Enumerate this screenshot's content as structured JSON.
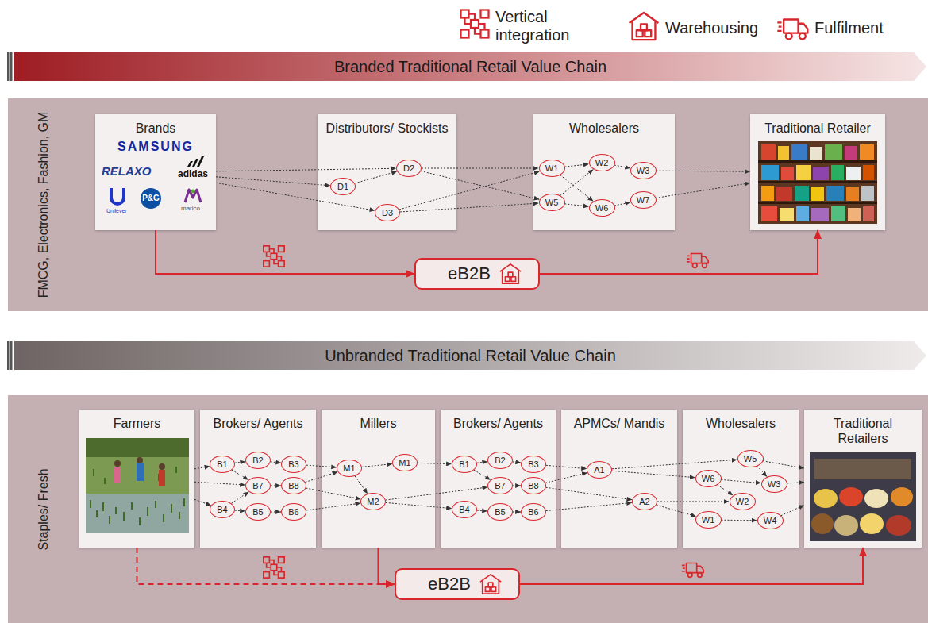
{
  "diagram": {
    "nodes": [
      {
        "text": [
          "Branded Traditional Retail Value Chain"
        ]
      },
      {
        "text": [
          "FMCG, Electronics, Fashion, GM"
        ]
      },
      {
        "text": [
          "Brands"
        ],
        "in": 1
      },
      {
        "text": [
          "Distributors/ Stockists"
        ],
        "in": 1
      },
      {
        "text": [
          "D1"
        ],
        "in": 3
      },
      {
        "text": [
          "D2"
        ],
        "in": 3
      },
      {
        "text": [
          "D3"
        ],
        "in": 3
      },
      {
        "text": [
          "Wholesalers"
        ],
        "in": 1
      },
      {
        "text": [
          "W1"
        ],
        "in": 7
      },
      {
        "text": [
          "W2"
        ],
        "in": 7
      },
      {
        "text": [
          "W3"
        ],
        "in": 7
      },
      {
        "text": [
          "W5"
        ],
        "in": 7
      },
      {
        "text": [
          "W6"
        ],
        "in": 7
      },
      {
        "text": [
          "W7"
        ],
        "in": 7
      },
      {
        "text": [
          "Traditional Retailer"
        ],
        "in": 1
      },
      {
        "text": [
          "eB2B"
        ],
        "in": 1
      },
      {
        "text": [
          "Unbranded Traditional Retail Value Chain"
        ]
      },
      {
        "text": [
          "Staples/ Fresh"
        ]
      },
      {
        "text": [
          "Farmers"
        ],
        "in": 17
      },
      {
        "text": [
          "Brokers/ Agents"
        ],
        "in": 17
      },
      {
        "text": [
          "B1"
        ],
        "in": 19
      },
      {
        "text": [
          "B2"
        ],
        "in": 19
      },
      {
        "text": [
          "B3"
        ],
        "in": 19
      },
      {
        "text": [
          "B7"
        ],
        "in": 19
      },
      {
        "text": [
          "B8"
        ],
        "in": 19
      },
      {
        "text": [
          "B4"
        ],
        "in": 19
      },
      {
        "text": [
          "B5"
        ],
        "in": 19
      },
      {
        "text": [
          "B6"
        ],
        "in": 19
      },
      {
        "text": [
          "Millers"
        ],
        "in": 17
      },
      {
        "text": [
          "M1"
        ],
        "in": 28
      },
      {
        "text": [
          "M1"
        ],
        "in": 28
      },
      {
        "text": [
          "M2"
        ],
        "in": 28
      },
      {
        "text": [
          "Brokers/ Agents"
        ],
        "in": 17
      },
      {
        "text": [
          "B1"
        ],
        "in": 32
      },
      {
        "text": [
          "B2"
        ],
        "in": 32
      },
      {
        "text": [
          "B3"
        ],
        "in": 32
      },
      {
        "text": [
          "B7"
        ],
        "in": 32
      },
      {
        "text": [
          "B8"
        ],
        "in": 32
      },
      {
        "text": [
          "B4"
        ],
        "in": 32
      },
      {
        "text": [
          "B5"
        ],
        "in": 32
      },
      {
        "text": [
          "B6"
        ],
        "in": 32
      },
      {
        "text": [
          "APMCs/ Mandis"
        ],
        "in": 17
      },
      {
        "text": [
          "A1"
        ],
        "in": 41
      },
      {
        "text": [
          "A2"
        ],
        "in": 41
      },
      {
        "text": [
          "Wholesalers"
        ],
        "in": 17
      },
      {
        "text": [
          "W5"
        ],
        "in": 44
      },
      {
        "text": [
          "W6"
        ],
        "in": 44
      },
      {
        "text": [
          "W3"
        ],
        "in": 44
      },
      {
        "text": [
          "W2"
        ],
        "in": 44
      },
      {
        "text": [
          "W1"
        ],
        "in": 44
      },
      {
        "text": [
          "W4"
        ],
        "in": 44
      },
      {
        "text": [
          "Traditional Retailers"
        ],
        "in": 17
      },
      {
        "text": [
          "eB2B"
        ],
        "in": 17
      }
    ],
    "edges": [
      {
        "from": 2,
        "to": 4,
        "arrow": "to"
      },
      {
        "from": 2,
        "to": 5,
        "arrow": "to"
      },
      {
        "from": 2,
        "to": 6,
        "arrow": "to"
      },
      {
        "from": 4,
        "to": 5,
        "arrow": "to"
      },
      {
        "from": 5,
        "to": 8,
        "arrow": "to"
      },
      {
        "from": 5,
        "to": 11,
        "arrow": "to"
      },
      {
        "from": 6,
        "to": 8,
        "arrow": "to"
      },
      {
        "from": 6,
        "to": 11,
        "arrow": "to"
      },
      {
        "from": 8,
        "to": 9,
        "arrow": "to"
      },
      {
        "from": 9,
        "to": 10,
        "arrow": "to"
      },
      {
        "from": 11,
        "to": 12,
        "arrow": "to"
      },
      {
        "from": 12,
        "to": 13,
        "arrow": "to"
      },
      {
        "from": 8,
        "to": 12,
        "arrow": "to"
      },
      {
        "from": 11,
        "to": 9,
        "arrow": "to"
      },
      {
        "from": 10,
        "to": 14,
        "arrow": "to"
      },
      {
        "from": 13,
        "to": 14,
        "arrow": "to"
      },
      {
        "from": 2,
        "to": 15,
        "arrow": "to"
      },
      {
        "from": 15,
        "to": 14,
        "arrow": "to"
      },
      {
        "from": 18,
        "to": 20,
        "arrow": "to"
      },
      {
        "from": 18,
        "to": 23,
        "arrow": "to"
      },
      {
        "from": 18,
        "to": 25,
        "arrow": "to"
      },
      {
        "from": 20,
        "to": 21,
        "arrow": "to"
      },
      {
        "from": 21,
        "to": 22,
        "arrow": "to"
      },
      {
        "from": 23,
        "to": 24,
        "arrow": "to"
      },
      {
        "from": 25,
        "to": 26,
        "arrow": "to"
      },
      {
        "from": 26,
        "to": 27,
        "arrow": "to"
      },
      {
        "from": 20,
        "to": 23,
        "arrow": "to"
      },
      {
        "from": 25,
        "to": 23,
        "arrow": "to"
      },
      {
        "from": 22,
        "to": 29,
        "arrow": "to"
      },
      {
        "from": 24,
        "to": 29,
        "arrow": "to"
      },
      {
        "from": 24,
        "to": 31,
        "arrow": "to"
      },
      {
        "from": 27,
        "to": 31,
        "arrow": "to"
      },
      {
        "from": 29,
        "to": 30,
        "arrow": "to"
      },
      {
        "from": 29,
        "to": 31,
        "arrow": "to"
      },
      {
        "from": 30,
        "to": 33,
        "arrow": "to"
      },
      {
        "from": 31,
        "to": 36,
        "arrow": "to"
      },
      {
        "from": 31,
        "to": 38,
        "arrow": "to"
      },
      {
        "from": 33,
        "to": 34,
        "arrow": "to"
      },
      {
        "from": 34,
        "to": 35,
        "arrow": "to"
      },
      {
        "from": 36,
        "to": 37,
        "arrow": "to"
      },
      {
        "from": 38,
        "to": 39,
        "arrow": "to"
      },
      {
        "from": 39,
        "to": 40,
        "arrow": "to"
      },
      {
        "from": 33,
        "to": 36,
        "arrow": "to"
      },
      {
        "from": 35,
        "to": 42,
        "arrow": "to"
      },
      {
        "from": 37,
        "to": 42,
        "arrow": "to"
      },
      {
        "from": 37,
        "to": 43,
        "arrow": "to"
      },
      {
        "from": 40,
        "to": 43,
        "arrow": "to"
      },
      {
        "from": 42,
        "to": 46,
        "arrow": "to"
      },
      {
        "from": 42,
        "to": 45,
        "arrow": "to"
      },
      {
        "from": 43,
        "to": 48,
        "arrow": "to"
      },
      {
        "from": 43,
        "to": 49,
        "arrow": "to"
      },
      {
        "from": 46,
        "to": 47,
        "arrow": "to"
      },
      {
        "from": 45,
        "to": 47,
        "arrow": "to"
      },
      {
        "from": 49,
        "to": 50,
        "arrow": "to"
      },
      {
        "from": 46,
        "to": 48,
        "arrow": "to"
      },
      {
        "from": 47,
        "to": 51,
        "arrow": "to"
      },
      {
        "from": 45,
        "to": 51,
        "arrow": "to"
      },
      {
        "from": 50,
        "to": 51,
        "arrow": "to"
      },
      {
        "from": 18,
        "to": 52,
        "arrow": "to"
      },
      {
        "from": 28,
        "to": 52,
        "arrow": "to"
      },
      {
        "from": 52,
        "to": 51,
        "arrow": "to"
      }
    ],
    "labels": [
      "SAMSUNG",
      "RELAXO",
      "adidas",
      "Unilever",
      "P&G",
      "marico"
    ],
    "legend": [
      {
        "text": "Vertical integration"
      },
      {
        "text": "Warehousing"
      },
      {
        "text": "Fulfilment"
      }
    ]
  }
}
